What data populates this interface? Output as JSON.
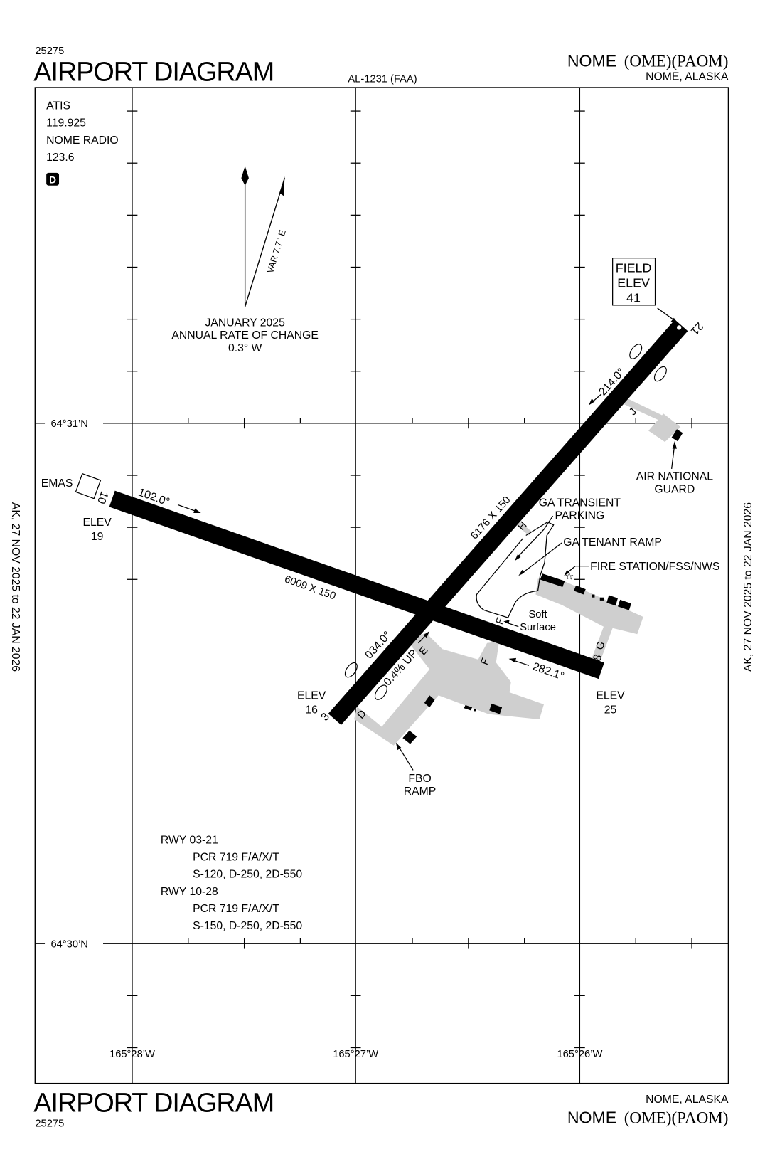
{
  "header": {
    "chart_number": "25275",
    "title": "AIRPORT DIAGRAM",
    "procedure_id": "AL-1231 (FAA)",
    "airport_name": "NOME",
    "airport_ids": "(OME)(PAOM)",
    "location": "NOME, ALASKA"
  },
  "footer": {
    "chart_number": "25275",
    "title": "AIRPORT DIAGRAM",
    "airport_name": "NOME",
    "airport_ids": "(OME)(PAOM)",
    "location": "NOME, ALASKA"
  },
  "side_validity": "AK, 27 NOV 2025 to 22 JAN 2026",
  "comms": {
    "atis_label": "ATIS",
    "atis_freq": "119.925",
    "radio_label": "NOME RADIO",
    "radio_freq": "123.6",
    "airspace_badge": "D"
  },
  "magnetic": {
    "variation": "VAR 7.7° E",
    "date": "JANUARY 2025",
    "rate_label": "ANNUAL RATE OF CHANGE",
    "rate": "0.3° W"
  },
  "field_elevation": {
    "line1": "FIELD",
    "line2": "ELEV",
    "value": "41"
  },
  "grid": {
    "lat_north": "64°31’N",
    "lat_south": "64°30’N",
    "lon_left": "165°28’W",
    "lon_mid": "165°27’W",
    "lon_right": "165°26’W"
  },
  "runways": {
    "rwy_10_28": {
      "end_10": "10",
      "end_28": "28",
      "dims": "6009 X 150",
      "heading_10": "102.0°",
      "heading_28": "282.1°",
      "elev_10_label": "ELEV",
      "elev_10": "19",
      "elev_28_label": "ELEV",
      "elev_28": "25",
      "emas": "EMAS"
    },
    "rwy_03_21": {
      "end_03": "3",
      "end_21": "21",
      "dims": "6176 X 150",
      "heading_03": "034.0°",
      "heading_21": "214.0°",
      "gradient": "0.4% UP",
      "elev_03_label": "ELEV",
      "elev_03": "16"
    }
  },
  "taxiways": {
    "D": "D",
    "E": "E",
    "F1": "F",
    "F2": "F",
    "G": "G",
    "H": "H",
    "J": "J"
  },
  "labels": {
    "ga_transient_1": "GA TRANSIENT",
    "ga_transient_2": "PARKING",
    "ga_tenant": "GA TENANT RAMP",
    "fire_station": "FIRE STATION/FSS/NWS",
    "soft_1": "Soft",
    "soft_2": "Surface",
    "ang_1": "AIR NATIONAL",
    "ang_2": "GUARD",
    "fbo_1": "FBO",
    "fbo_2": "RAMP"
  },
  "pcr": {
    "rwy1": "RWY 03-21",
    "rwy1_pcr": "PCR 719 F/A/X/T",
    "rwy1_wt": "S-120, D-250, 2D-550",
    "rwy2": "RWY 10-28",
    "rwy2_pcr": "PCR 719 F/A/X/T",
    "rwy2_wt": "S-150, D-250, 2D-550"
  }
}
